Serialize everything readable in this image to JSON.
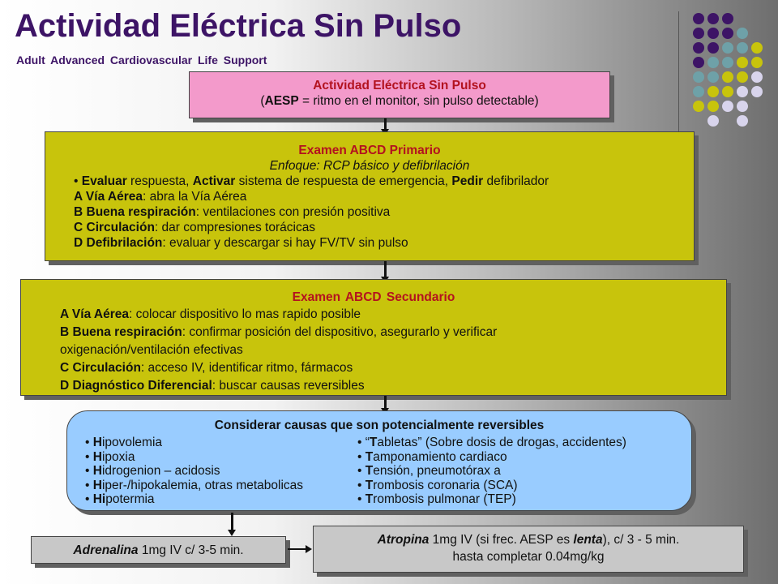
{
  "header": {
    "title": "Actividad Eléctrica Sin Pulso",
    "subtitle": "Adult Advanced  Cardiovascular  Life Support"
  },
  "colors": {
    "purple": "#3d1466",
    "teal": "#6ea1a8",
    "olive": "#c8c40c",
    "lavender": "#d8d4ec",
    "pink": "#f39acb",
    "blue": "#99ccff",
    "gray": "#c8c8c8"
  },
  "box1": {
    "title": "Actividad Eléctrica Sin Pulso",
    "p1": "(",
    "p2": "AESP",
    "p3": " = ritmo en el monitor, sin pulso detectable)"
  },
  "box2": {
    "title": "Examen ABCD Primario",
    "focus_label": "Enfoque",
    "focus_text": ": RCP básico y defibrilación",
    "line1": {
      "a": "• ",
      "b": "Evaluar",
      "c": " respuesta, ",
      "d": "Activar",
      "e": " sistema de respuesta de emergencia, ",
      "f": "Pedir",
      "g": " defibrilador"
    },
    "line2": {
      "b": "A Vía Aérea",
      "t": ": abra la Vía Aérea"
    },
    "line3": {
      "b": "B Buena respiración",
      "t": ": ventilaciones con presión positiva"
    },
    "line4": {
      "b": "C Circulación",
      "t": ": dar compresiones torácicas"
    },
    "line5": {
      "b": "D Defibrilación",
      "t": ": evaluar y descargar si  hay FV/TV sin pulso"
    }
  },
  "box3": {
    "title": "Examen  ABCD Secundario",
    "line1": {
      "b": "A  Vía Aérea",
      "t": ": colocar dispositivo lo mas rapido posible"
    },
    "line2": {
      "b": "B  Buena respiración",
      "t": ": confirmar posición del dispositivo, asegurarlo y verificar"
    },
    "line2b": "oxigenación/ventilación efectivas",
    "line3": {
      "b": "C  Circulación",
      "t": ": acceso IV, identificar ritmo, fármacos"
    },
    "line4": {
      "b": "D  Diagnóstico Diferencial",
      "t": ": buscar causas reversibles"
    }
  },
  "box4": {
    "title": "Considerar causas que son potencialmente reversibles",
    "left": [
      {
        "b": "H",
        "t": "ipovolemia"
      },
      {
        "b": "H",
        "t": "ipoxia"
      },
      {
        "b": "H",
        "t": "idrogenion – acidosis"
      },
      {
        "b": "H",
        "t": "iper-/hipokalemia, otras metabolicas"
      },
      {
        "b": "Hi",
        "t": "potermia"
      }
    ],
    "right": [
      {
        "pre": "“",
        "b": "T",
        "t": "abletas” (Sobre dosis de drogas, accidentes)"
      },
      {
        "pre": "",
        "b": "T",
        "t": "amponamiento cardiaco"
      },
      {
        "pre": "",
        "b": "T",
        "t": "ensión, pneumotórax a"
      },
      {
        "pre": "",
        "b": "T",
        "t": "rombosis coronaria (SCA)"
      },
      {
        "pre": "",
        "b": "T",
        "t": "rombosis pulmonar (TEP)"
      }
    ]
  },
  "box5": {
    "bi": "Adrenalina",
    "t": " 1mg IV c/ 3-5 min."
  },
  "box6": {
    "bi": "Atropina",
    "t1": " 1mg IV (si frec. AESP es ",
    "bi2": "lenta",
    "t2": "), c/ 3 - 5 min.",
    "line2": "hasta completar 0.04mg/kg"
  }
}
